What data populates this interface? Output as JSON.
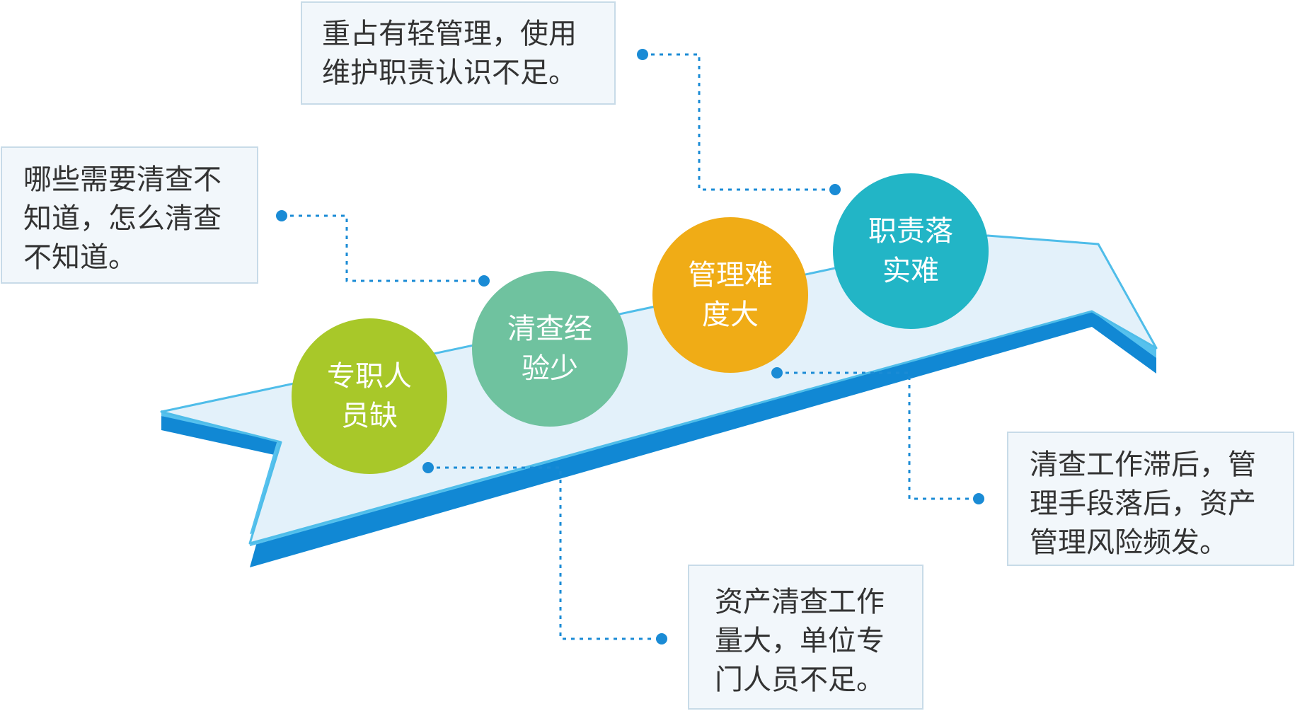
{
  "circles": [
    {
      "line1": "专职人",
      "line2": "员缺",
      "color": "#a8c829"
    },
    {
      "line1": "清查经",
      "line2": "验少",
      "color": "#6fc29f"
    },
    {
      "line1": "管理难",
      "line2": "度大",
      "color": "#f0ac16"
    },
    {
      "line1": "职责落",
      "line2": "实难",
      "color": "#22b5c6"
    }
  ],
  "notes": {
    "top": {
      "line1": "重占有轻管理，使用",
      "line2": "维护职责认识不足。"
    },
    "left": {
      "line1": "哪些需要清查不",
      "line2": "知道，怎么清查",
      "line3": "不知道。"
    },
    "right": {
      "line1": "清查工作滞后，管",
      "line2": "理手段落后，资产",
      "line3": "管理风险频发。"
    },
    "bottom": {
      "line1": "资产清查工作",
      "line2": "量大，单位专",
      "line3": "门人员不足。"
    }
  },
  "colors": {
    "arrow_face": "#e3f1fa",
    "arrow_outline": "#4fbde9",
    "arrow_band_light": "#56c1ee",
    "arrow_band_dark": "#1188d4",
    "connector": "#1a8bd5",
    "note_border": "#c8dbe8",
    "note_bg": "#f2f7fb"
  }
}
